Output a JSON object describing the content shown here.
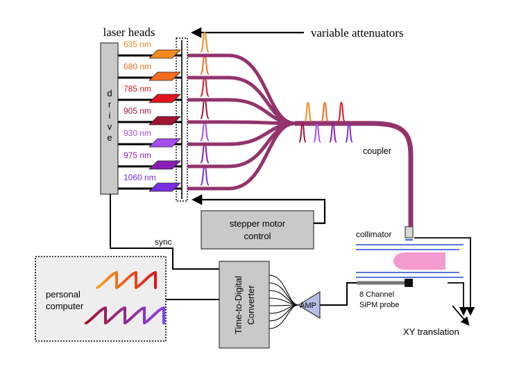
{
  "labels": {
    "laser_heads": "laser heads",
    "variable_attenuators": "variable attenuators",
    "drive": "drive",
    "coupler": "coupler",
    "collimator": "collimator",
    "stepper_line1": "stepper motor",
    "stepper_line2": "control",
    "sync": "sync",
    "tdc_line1": "Time-to-Digital",
    "tdc_line2": "Converter",
    "amp": "AMP",
    "probe_line1": "8 Channel",
    "probe_line2": "SiPM probe",
    "xy_translation": "XY translation",
    "pc_line1": "personal",
    "pc_line2": "computer"
  },
  "lasers": [
    {
      "wavelength": "635 nm",
      "color": "#f28a1e"
    },
    {
      "wavelength": "680 nm",
      "color": "#f26b1e"
    },
    {
      "wavelength": "785 nm",
      "color": "#e0141e"
    },
    {
      "wavelength": "905 nm",
      "color": "#a01430"
    },
    {
      "wavelength": "930 nm",
      "color": "#a64df0"
    },
    {
      "wavelength": "975 nm",
      "color": "#8a1eb4"
    },
    {
      "wavelength": "1060 nm",
      "color": "#7a2ee0"
    }
  ],
  "colors": {
    "fiber": "#93336c",
    "box_fill": "#c9c9c9",
    "pc_fill": "#eeeeee",
    "amp_fill": "#b3bfe6",
    "probe_lines": "#3c64d2",
    "sample_pink": "#f59ad0"
  }
}
